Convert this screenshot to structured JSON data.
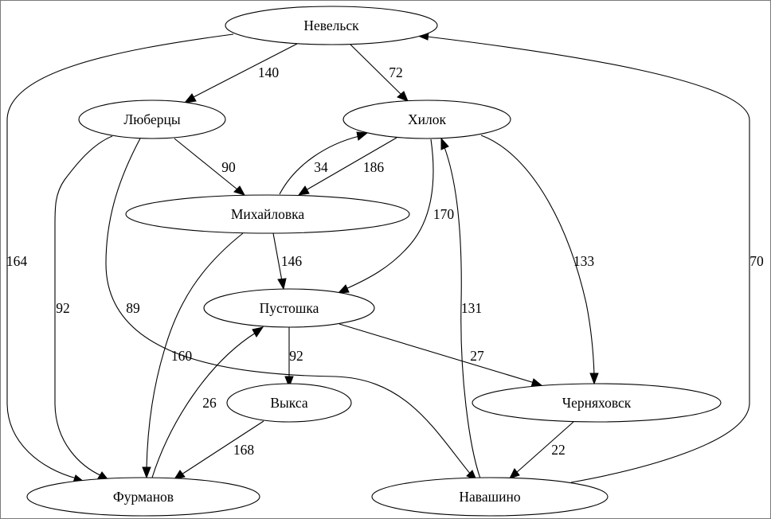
{
  "nodes": {
    "nevelsk": "Невельск",
    "lyubertsy": "Люберцы",
    "khilok": "Хилок",
    "mikhaylovka": "Михайловка",
    "pustoshka": "Пустошка",
    "vyksa": "Выкса",
    "chernyakhovsk": "Черняховск",
    "furmanov": "Фурманов",
    "navashino": "Навашино"
  },
  "edges": [
    {
      "from": "Невельск",
      "to": "Люберцы",
      "weight": "140"
    },
    {
      "from": "Невельск",
      "to": "Хилок",
      "weight": "72"
    },
    {
      "from": "Невельск",
      "to": "Фурманов",
      "weight": "164"
    },
    {
      "from": "Навашино",
      "to": "Невельск",
      "weight": "70"
    },
    {
      "from": "Люберцы",
      "to": "Михайловка",
      "weight": "90"
    },
    {
      "from": "Люберцы",
      "to": "Фурманов",
      "weight": "92"
    },
    {
      "from": "Люберцы",
      "to": "Навашино",
      "weight": "89"
    },
    {
      "from": "Михайловка",
      "to": "Хилок",
      "weight": "34"
    },
    {
      "from": "Хилок",
      "to": "Михайловка",
      "weight": "186"
    },
    {
      "from": "Хилок",
      "to": "Пустошка",
      "weight": "170"
    },
    {
      "from": "Хилок",
      "to": "Черняховск",
      "weight": "133"
    },
    {
      "from": "Навашино",
      "to": "Хилок",
      "weight": "131"
    },
    {
      "from": "Михайловка",
      "to": "Пустошка",
      "weight": "146"
    },
    {
      "from": "Михайловка",
      "to": "Фурманов",
      "weight": "160"
    },
    {
      "from": "Пустошка",
      "to": "Выкса",
      "weight": "92"
    },
    {
      "from": "Пустошка",
      "to": "Черняховск",
      "weight": "27"
    },
    {
      "from": "Фурманов",
      "to": "Пустошка",
      "weight": "26"
    },
    {
      "from": "Выкса",
      "to": "Фурманов",
      "weight": "168"
    },
    {
      "from": "Черняховск",
      "to": "Навашино",
      "weight": "22"
    }
  ]
}
